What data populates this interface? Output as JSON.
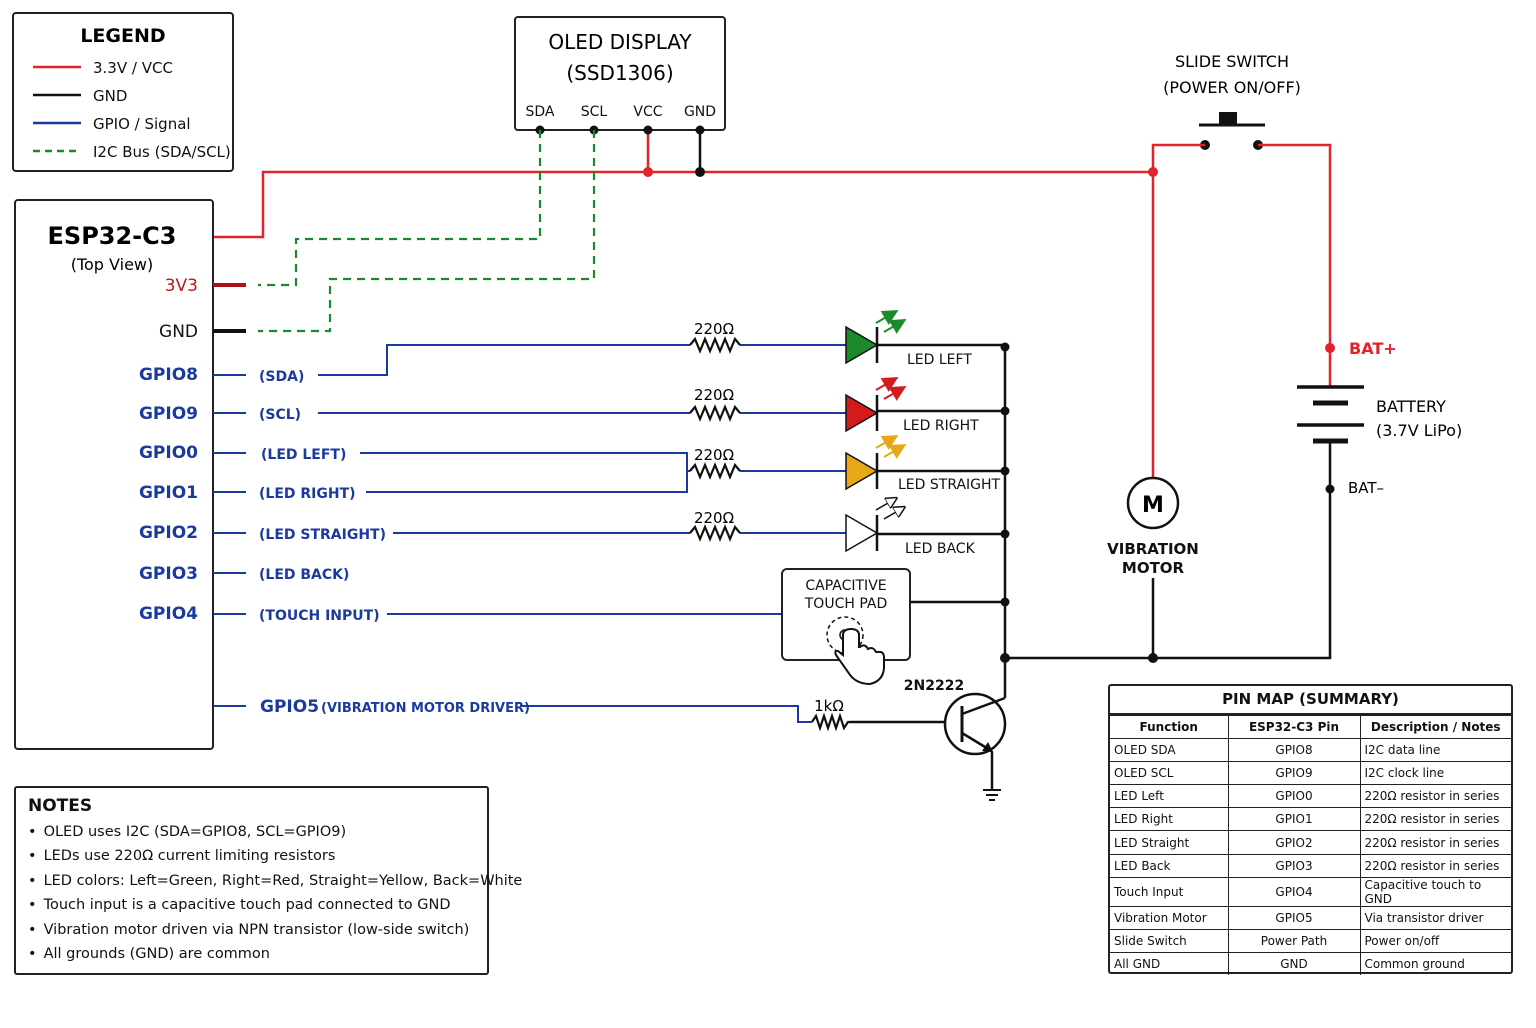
{
  "legend": {
    "title": "LEGEND",
    "items": [
      {
        "label": "3.3V / VCC",
        "color": "#e3222a",
        "style": "solid"
      },
      {
        "label": "GND",
        "color": "#111111",
        "style": "solid"
      },
      {
        "label": "GPIO / Signal",
        "color": "#1a3aa0",
        "style": "solid"
      },
      {
        "label": "I2C Bus (SDA/SCL)",
        "color": "#1a8a2a",
        "style": "dashed"
      }
    ]
  },
  "oled": {
    "title": "OLED DISPLAY",
    "subtitle": "(SSD1306)",
    "pins": [
      "SDA",
      "SCL",
      "VCC",
      "GND"
    ]
  },
  "switch": {
    "title": "SLIDE SWITCH",
    "subtitle": "(POWER ON/OFF)"
  },
  "esp32": {
    "title": "ESP32-C3",
    "subtitle": "(Top View)",
    "power_pins": [
      {
        "name": "3V3",
        "color": "#c0141c"
      },
      {
        "name": "GND",
        "color": "#111111"
      }
    ],
    "gpio_pins": [
      {
        "name": "GPIO8",
        "function": "(SDA)"
      },
      {
        "name": "GPIO9",
        "function": "(SCL)"
      },
      {
        "name": "GPIO0",
        "function": "(LED LEFT)"
      },
      {
        "name": "GPIO1",
        "function": "(LED RIGHT)"
      },
      {
        "name": "GPIO2",
        "function": "(LED STRAIGHT)"
      },
      {
        "name": "GPIO3",
        "function": "(LED BACK)"
      },
      {
        "name": "GPIO4",
        "function": "(TOUCH INPUT)"
      }
    ],
    "driver_pin": {
      "name": "GPIO5",
      "function": "(VIBRATION MOTOR DRIVER)"
    }
  },
  "leds": [
    {
      "label": "LED LEFT",
      "resistor": "220Ω",
      "color": "#1a8a2a"
    },
    {
      "label": "LED RIGHT",
      "resistor": "220Ω",
      "color": "#d41a1a"
    },
    {
      "label": "LED STRAIGHT",
      "resistor": "220Ω",
      "color": "#e6a817"
    },
    {
      "label": "LED BACK",
      "resistor": "220Ω",
      "color": "#ffffff"
    }
  ],
  "touch_pad": {
    "line1": "CAPACITIVE",
    "line2": "TOUCH PAD"
  },
  "transistor": {
    "label": "2N2222",
    "base_resistor": "1kΩ"
  },
  "motor": {
    "symbol": "M",
    "line1": "VIBRATION",
    "line2": "MOTOR"
  },
  "battery": {
    "plus": "BAT+",
    "minus": "BAT–",
    "line1": "BATTERY",
    "line2": "(3.7V LiPo)"
  },
  "notes": {
    "title": "NOTES",
    "items": [
      "OLED uses I2C (SDA=GPIO8, SCL=GPIO9)",
      "LEDs use 220Ω current limiting resistors",
      "LED colors: Left=Green, Right=Red, Straight=Yellow, Back=White",
      "Touch input is a capacitive touch pad connected to GND",
      "Vibration motor driven via NPN transistor (low-side switch)",
      "All grounds (GND) are common"
    ]
  },
  "pin_map": {
    "title": "PIN MAP (SUMMARY)",
    "headers": [
      "Function",
      "ESP32-C3 Pin",
      "Description / Notes"
    ],
    "rows": [
      [
        "OLED SDA",
        "GPIO8",
        "I2C data line"
      ],
      [
        "OLED SCL",
        "GPIO9",
        "I2C clock line"
      ],
      [
        "LED Left",
        "GPIO0",
        "220Ω resistor in series"
      ],
      [
        "LED Right",
        "GPIO1",
        "220Ω resistor in series"
      ],
      [
        "LED Straight",
        "GPIO2",
        "220Ω resistor in series"
      ],
      [
        "LED Back",
        "GPIO3",
        "220Ω resistor in series"
      ],
      [
        "Touch Input",
        "GPIO4",
        "Capacitive touch to GND"
      ],
      [
        "Vibration Motor",
        "GPIO5",
        "Via transistor driver"
      ],
      [
        "Slide Switch",
        "Power Path",
        "Power on/off"
      ],
      [
        "All GND",
        "GND",
        "Common ground"
      ]
    ]
  }
}
